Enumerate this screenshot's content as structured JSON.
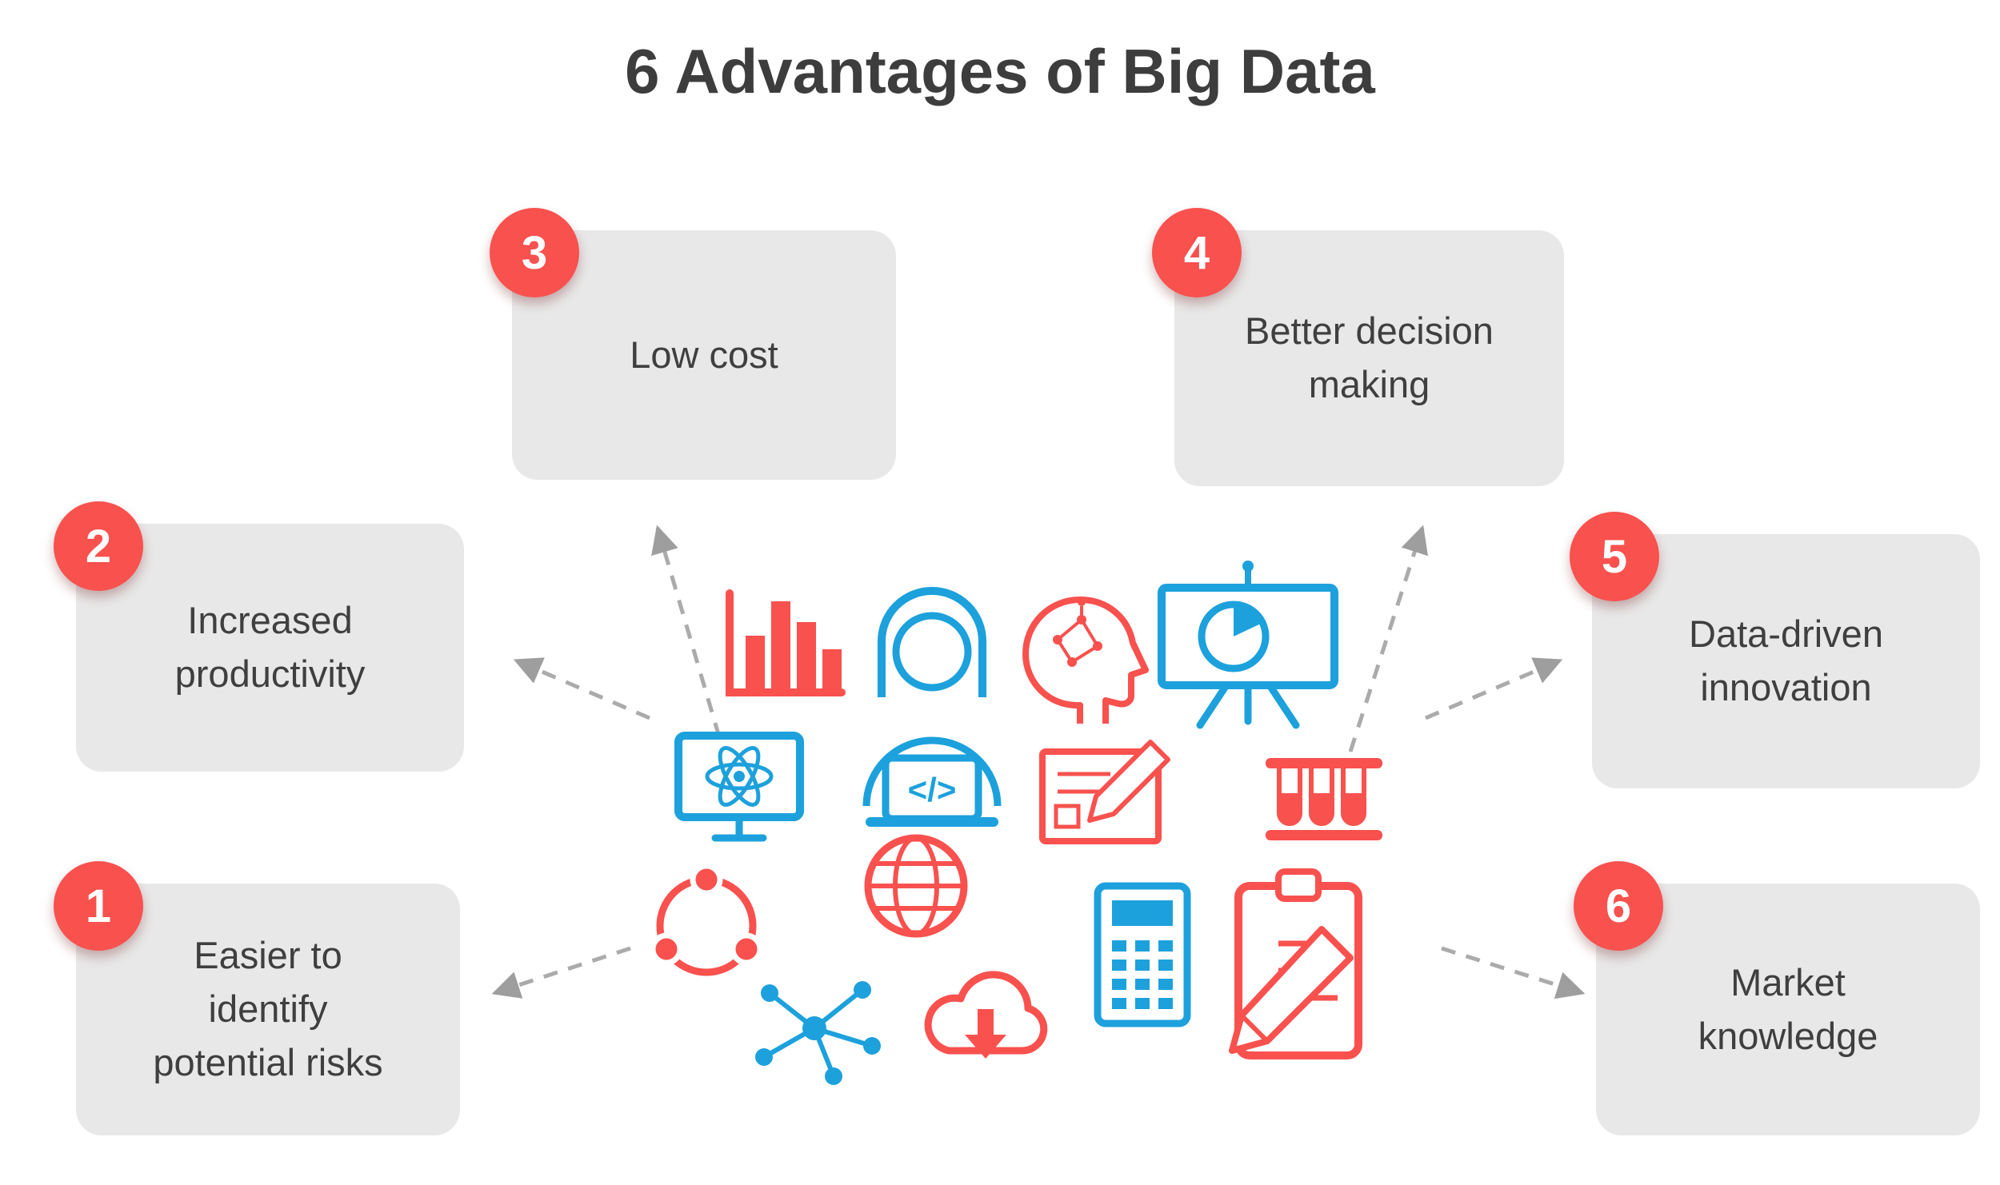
{
  "title": "6 Advantages of Big Data",
  "advantages": [
    {
      "number": "1",
      "label": "Easier to\nidentify\npotential risks"
    },
    {
      "number": "2",
      "label": "Increased\nproductivity"
    },
    {
      "number": "3",
      "label": "Low cost"
    },
    {
      "number": "4",
      "label": "Better decision\nmaking"
    },
    {
      "number": "5",
      "label": "Data-driven\ninnovation"
    },
    {
      "number": "6",
      "label": "Market\nknowledge"
    }
  ],
  "center_icons": {
    "laptop_code_text": "</>",
    "icon_names": [
      "bar-chart-icon",
      "data-analyst-icon",
      "ai-head-icon",
      "presentation-pie-chart-icon",
      "monitor-atom-icon",
      "blueprint-pencil-icon",
      "test-tubes-icon",
      "globe-icon",
      "share-network-icon",
      "molecule-icon",
      "cloud-download-icon",
      "calculator-icon",
      "clipboard-pencil-icon"
    ]
  },
  "colors": {
    "accent_red": "#F8514E",
    "accent_blue": "#1DA1DC",
    "box_gray": "#E8E8E8",
    "text_dark": "#3D3D3D",
    "arrow_gray": "#ABABAB",
    "background": "#FFFFFF"
  }
}
